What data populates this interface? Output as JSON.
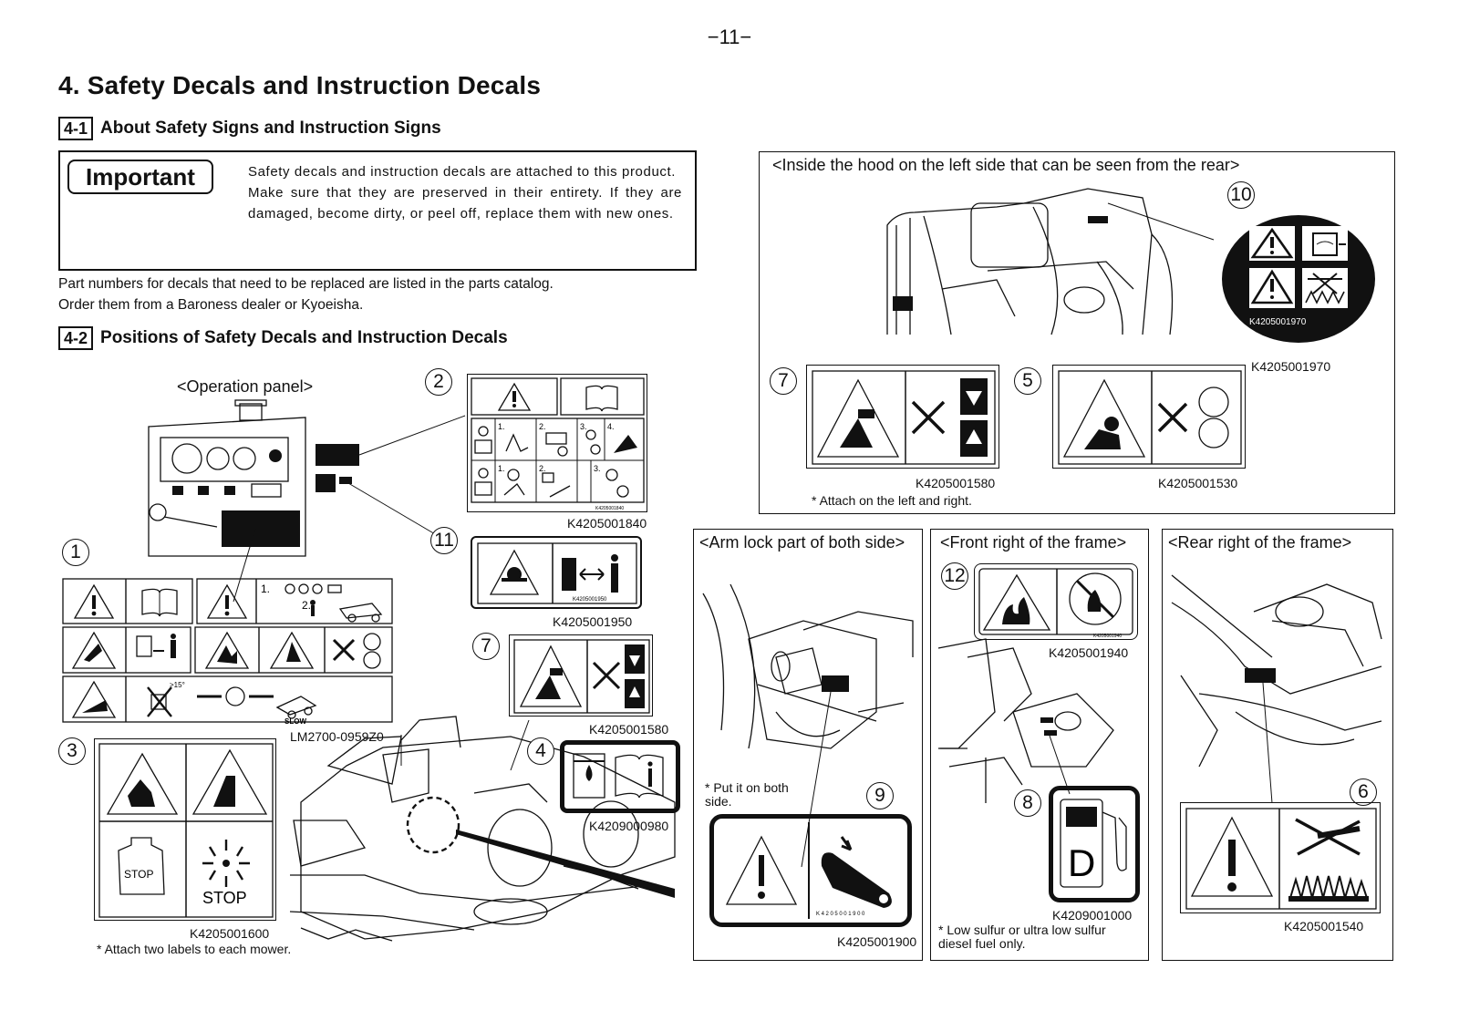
{
  "page_number": "−11−",
  "heading": "4. Safety Decals and Instruction Decals",
  "section1": {
    "num": "4-1",
    "title": "About Safety Signs and Instruction Signs"
  },
  "important": {
    "label": "Important",
    "line1": "Safety decals and instruction decals are attached to this product.",
    "line2": "Make sure that they are preserved in their entirety. If they are damaged, become dirty, or peel off, replace them with new ones."
  },
  "parts_text": {
    "line1": "Part numbers for decals that need to be replaced are listed in the parts catalog.",
    "line2": "Order them from a Baroness dealer or Kyoeisha."
  },
  "section2": {
    "num": "4-2",
    "title": "Positions of Safety Decals and Instruction Decals"
  },
  "operation_panel": {
    "caption": "<Operation panel>"
  },
  "decals": {
    "d1": {
      "num": "1",
      "part": "LM2700-0959Z0",
      "inline_steps_a": "1.",
      "inline_steps_b": "2.",
      "slope": ">15°",
      "slow": "SLOW"
    },
    "d2": {
      "num": "2",
      "part": "K4205001840",
      "small_code": "K4205001840",
      "steps": [
        "1.",
        "2.",
        "3.",
        "4.",
        "1.",
        "2.",
        "3."
      ]
    },
    "d3": {
      "num": "3",
      "part": "K4205001600",
      "note": "* Attach two labels to each mower.",
      "stop1": "STOP",
      "stop2": "STOP"
    },
    "d4": {
      "num": "4",
      "part": "K4209000980"
    },
    "d5": {
      "num": "5",
      "part": "K4205001530"
    },
    "d6": {
      "num": "6",
      "part": "K4205001540"
    },
    "d7a": {
      "num": "7",
      "part": "K4205001580"
    },
    "d7b": {
      "num": "7",
      "part": "K4205001580",
      "note": "* Attach on the left and right."
    },
    "d8": {
      "num": "8",
      "part": "K4209001000",
      "note": "* Low sulfur or ultra low sulfur diesel fuel only.",
      "letter": "D"
    },
    "d9": {
      "num": "9",
      "part": "K4205001900",
      "small_code": "K4205001900",
      "note": "* Put it on both side."
    },
    "d10": {
      "num": "10",
      "part": "K4205001970",
      "inner_code": "K4205001970"
    },
    "d11": {
      "num": "11",
      "part": "K4205001950",
      "small_code": "K4205001950"
    },
    "d12": {
      "num": "12",
      "part": "K4205001940",
      "small_code": "K4205001940"
    }
  },
  "panels": {
    "hood": "<Inside the hood on the left side that can be seen from the rear>",
    "arm": "<Arm lock part of both side>",
    "front": "<Front right of the frame>",
    "rear": "<Rear right of the frame>"
  },
  "icons": [
    "warning-triangle-icon",
    "manual-book-icon",
    "hand-crush-icon",
    "no-hands-icon",
    "fuel-pump-icon",
    "no-fire-icon",
    "fire-icon",
    "keep-distance-icon",
    "hot-surface-icon",
    "fan-icon",
    "engine-coolant-icon"
  ]
}
